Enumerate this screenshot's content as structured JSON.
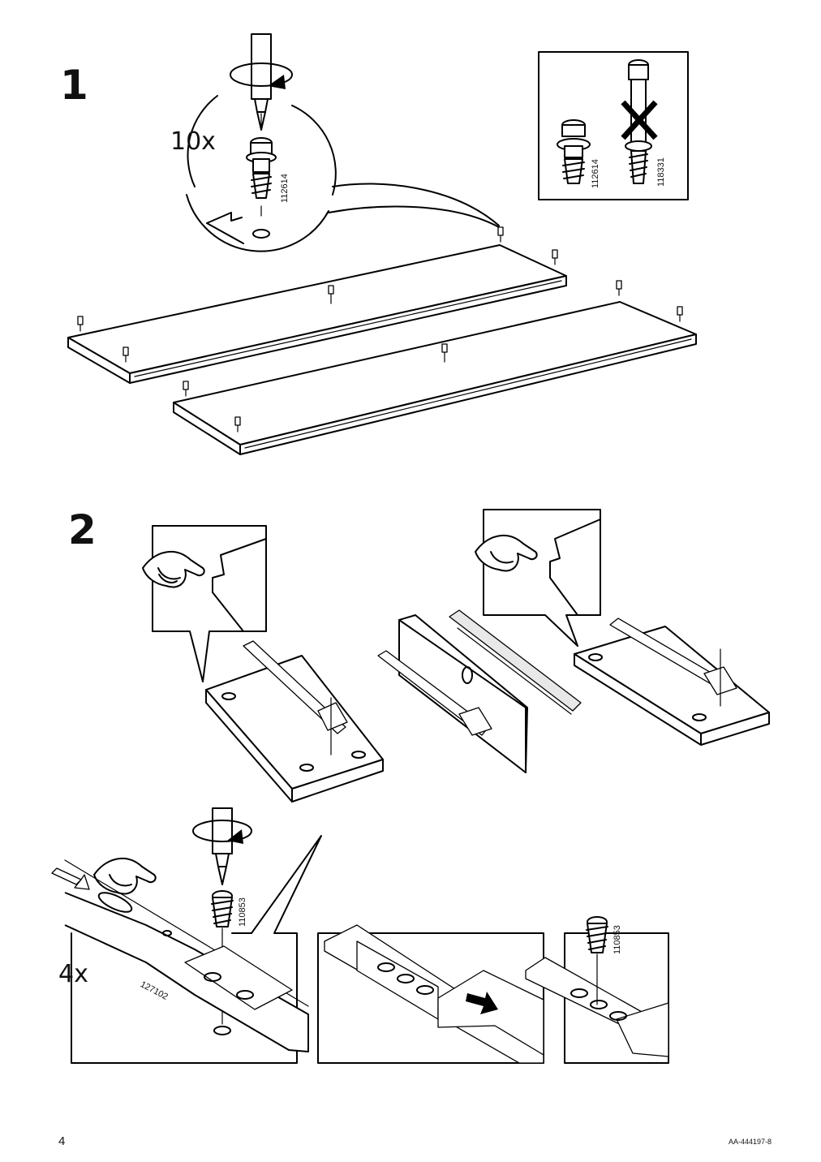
{
  "steps": [
    {
      "number": "1",
      "quantity": "10x",
      "part_used": "112614",
      "comparison": {
        "correct_part": "112614",
        "wrong_part": "118331"
      }
    },
    {
      "number": "2",
      "quantity": "4x",
      "rail_part": "127102",
      "screw_part": "110853",
      "detail_screw_part": "110853"
    }
  ],
  "footer": {
    "page_number": "4",
    "doc_id": "AA-444197-8"
  },
  "icons": [
    "screwdriver-icon",
    "rotate-arrow-icon",
    "cam-screw-icon",
    "wrong-cross-icon",
    "hand-pointing-icon",
    "push-arrow-icon"
  ]
}
